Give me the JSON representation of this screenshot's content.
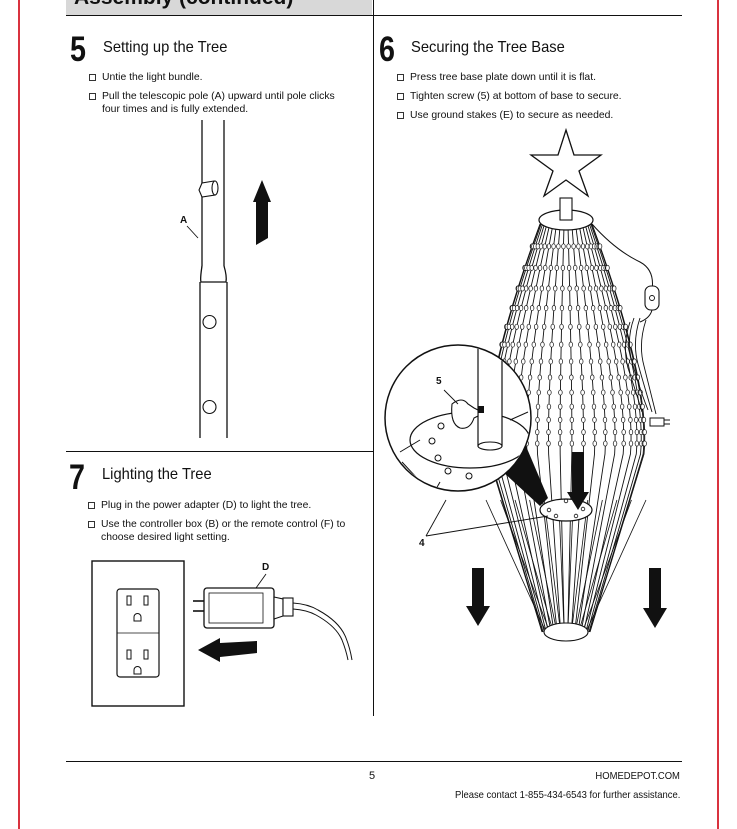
{
  "header": {
    "title": "Assembly (continued)"
  },
  "steps": [
    {
      "number": "5",
      "title": "Setting up the Tree",
      "bullets": [
        "Untie the light bundle.",
        "Pull the telescopic pole (A) upward until pole clicks four times and is fully extended."
      ],
      "labels": [
        "A"
      ]
    },
    {
      "number": "6",
      "title": "Securing the Tree Base",
      "bullets": [
        "Press tree base plate down until it is flat.",
        "Tighten screw (5) at bottom of base to secure.",
        "Use ground stakes (E) to secure as needed."
      ],
      "labels": [
        "5",
        "4"
      ]
    },
    {
      "number": "7",
      "title": "Lighting the Tree",
      "bullets": [
        "Plug in the power adapter (D) to light the tree.",
        "Use the controller box (B) or the remote control (F) to choose desired light setting."
      ],
      "labels": [
        "D"
      ]
    }
  ],
  "footer": {
    "page_number": "5",
    "site": "HOMEDEPOT.COM",
    "contact": "Please contact 1-855-434-6543 for further assistance."
  },
  "colors": {
    "margin_line": "#d9333f",
    "header_bar": "#d8d8d8",
    "ink": "#111111"
  }
}
